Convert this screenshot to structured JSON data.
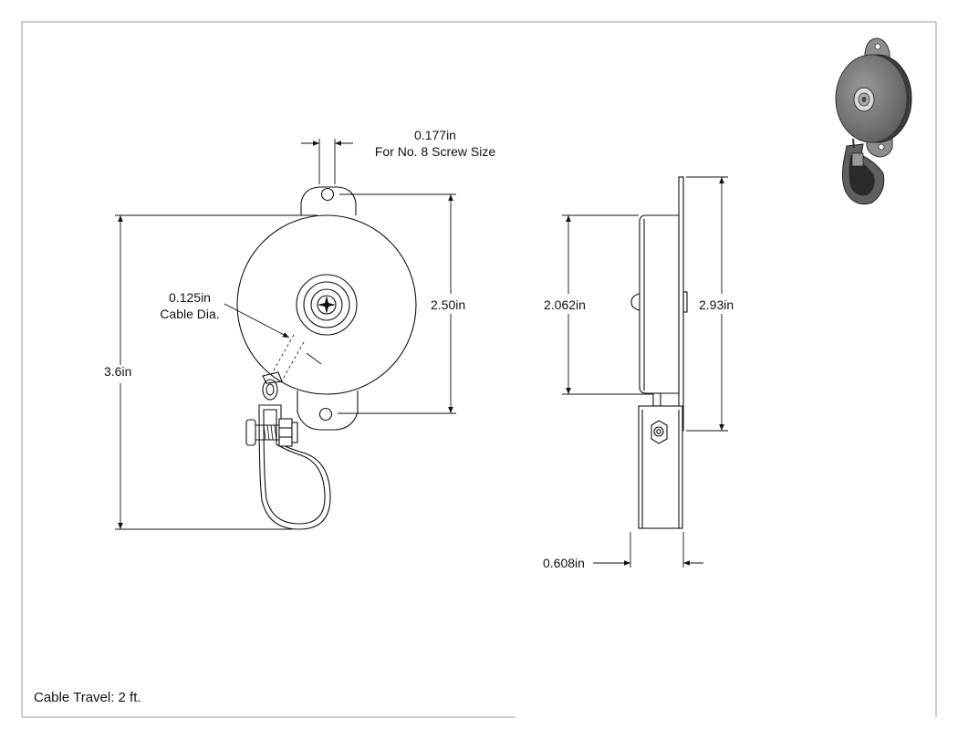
{
  "dimensions": {
    "screw_hole": "0.177in",
    "screw_size": "For No. 8 Screw Size",
    "cable_dia_value": "0.125in",
    "cable_dia_label": "Cable Dia.",
    "overall_height": "3.6in",
    "hole_spacing": "2.50in",
    "housing_height": "2.062in",
    "plate_height": "2.93in",
    "depth": "0.608in"
  },
  "notes": {
    "cable_travel": "Cable Travel: 2 ft."
  },
  "colors": {
    "line": "#111111",
    "frame": "#9a9a9a",
    "housing_iso": "#6e6e6e",
    "housing_iso_dark": "#3d3d3d"
  }
}
